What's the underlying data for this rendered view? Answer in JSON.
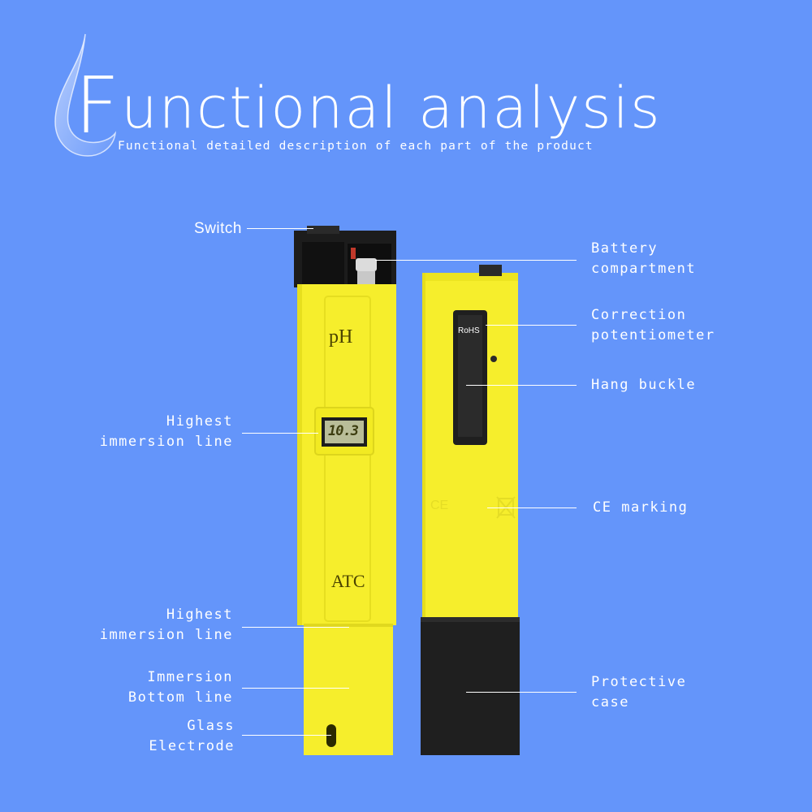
{
  "header": {
    "title_initial": "F",
    "title_rest": "unctional analysis",
    "subtitle": "Functional detailed description of each part of the product"
  },
  "colors": {
    "background": "#6495fa",
    "meter_yellow": "#f6ee2c",
    "case_black": "#1f1f1f"
  },
  "product": {
    "ph_text": "pH",
    "lcd_reading": "10.3",
    "atc_text": "ATC",
    "rohs_text": "RoHS",
    "ce_text": "CE"
  },
  "labels_left": {
    "switch": "Switch",
    "highest_immersion_top": "Highest\nimmersion line",
    "highest_immersion_bottom": "Highest\nimmersion line",
    "immersion_bottom": "Immersion\nBottom line",
    "glass_electrode": "Glass\nElectrode"
  },
  "labels_right": {
    "battery_compartment": "Battery\ncompartment",
    "correction_potentiometer": "Correction\npotentiometer",
    "hang_buckle": "Hang buckle",
    "ce_marking": "CE marking",
    "protective_case": "Protective\ncase"
  }
}
